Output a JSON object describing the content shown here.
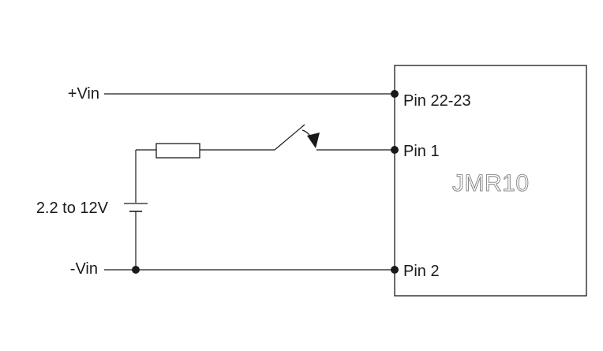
{
  "inputs": {
    "vin_plus": "+Vin",
    "vin_minus": "-Vin"
  },
  "battery": {
    "voltage_label": "2.2 to 12V"
  },
  "module": {
    "name": "JMR10",
    "pins": {
      "pin_22_23": "Pin 22-23",
      "pin_1": "Pin 1",
      "pin_2": "Pin 2"
    }
  },
  "colors": {
    "line": "#1a1a1a",
    "module_name_outline": "#8a8a8a"
  }
}
